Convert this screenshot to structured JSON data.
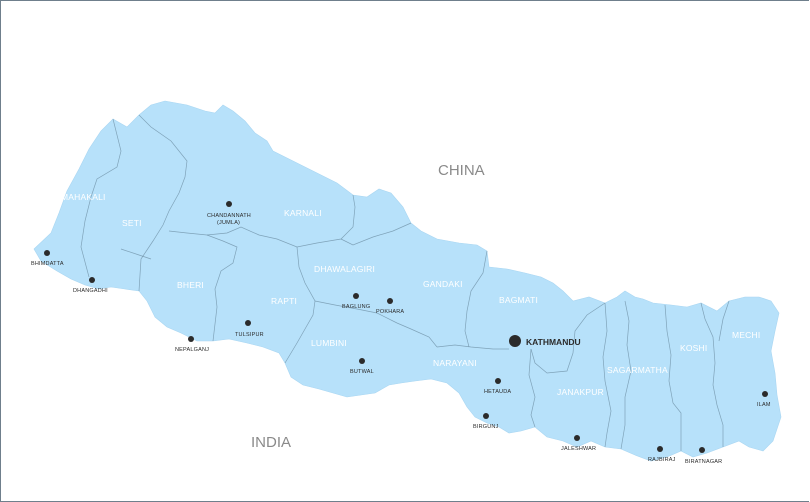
{
  "colors": {
    "land": "#b7e1fa",
    "border": "#6c8ea3",
    "city_dot": "#2b2b2b",
    "region_text": "#ffffff",
    "country_text": "#8a8a8a"
  },
  "countries": {
    "north": "CHINA",
    "south": "INDIA"
  },
  "regions": [
    "MAHAKALI",
    "SETI",
    "KARNALI",
    "BHERI",
    "RAPTI",
    "DHAWALAGIRI",
    "GANDAKI",
    "LUMBINI",
    "BAGMATI",
    "NARAYANI",
    "JANAKPUR",
    "SAGARMATHA",
    "KOSHI",
    "MECHI"
  ],
  "capital": "KATHMANDU",
  "cities": [
    "BHIMDATTA",
    "DHANGADHI",
    "CHANDANNATH",
    "(JUMLA)",
    "NEPALGANJ",
    "TULSIPUR",
    "BAGLUNG",
    "POKHARA",
    "BUTWAL",
    "HETAUDA",
    "BIRGUNJ",
    "JALESHWAR",
    "RAJBIRAJ",
    "BIRATNAGAR",
    "ILAM"
  ]
}
